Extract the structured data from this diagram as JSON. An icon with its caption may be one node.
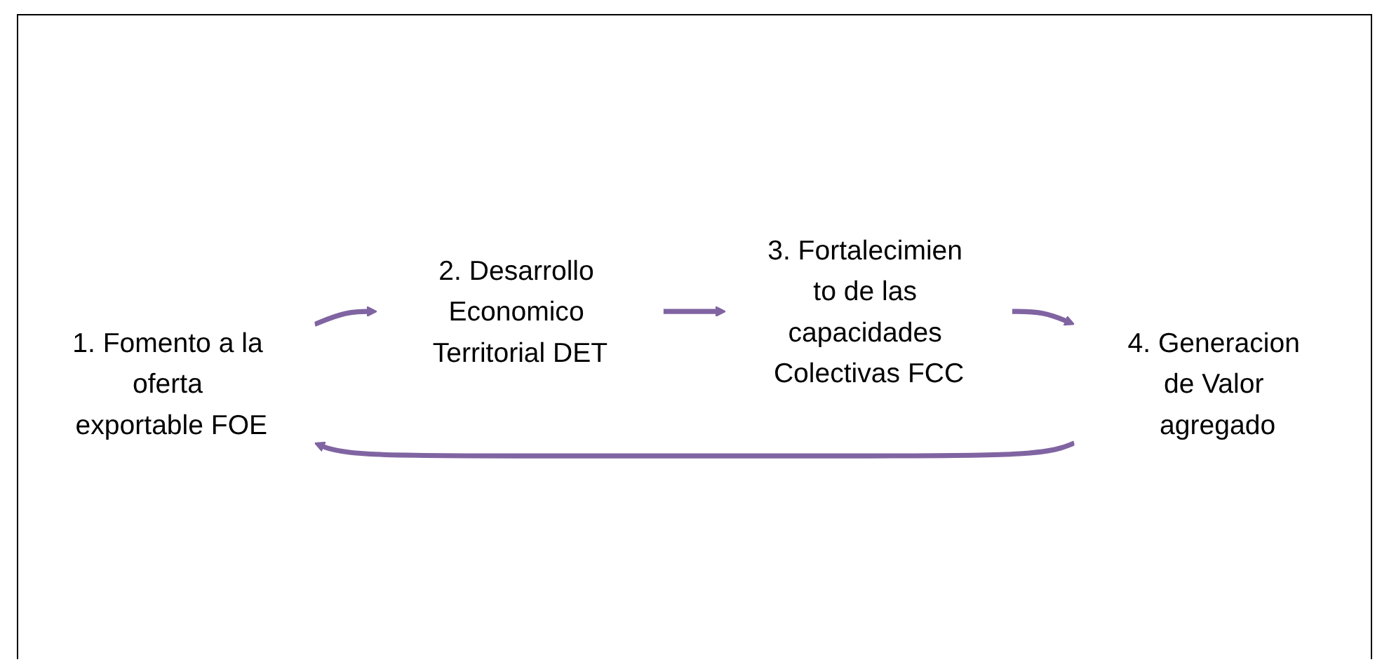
{
  "diagram": {
    "nodes": [
      {
        "text": [
          "1. Fomento a la oferta exportable FOE"
        ]
      },
      {
        "text": [
          "2. Desarrollo Economico Territorial DET"
        ]
      },
      {
        "text": [
          "3. Fortalecimien to de las capacidades Colectivas FCC"
        ]
      },
      {
        "text": [
          "4. Generacion de Valor agregado"
        ]
      }
    ],
    "edges": [
      {
        "from": 0,
        "to": 1,
        "arrow": "to"
      },
      {
        "from": 1,
        "to": 2,
        "arrow": "to"
      },
      {
        "from": 2,
        "to": 3,
        "arrow": "to"
      },
      {
        "from": 3,
        "to": 0,
        "arrow": "to"
      }
    ]
  }
}
